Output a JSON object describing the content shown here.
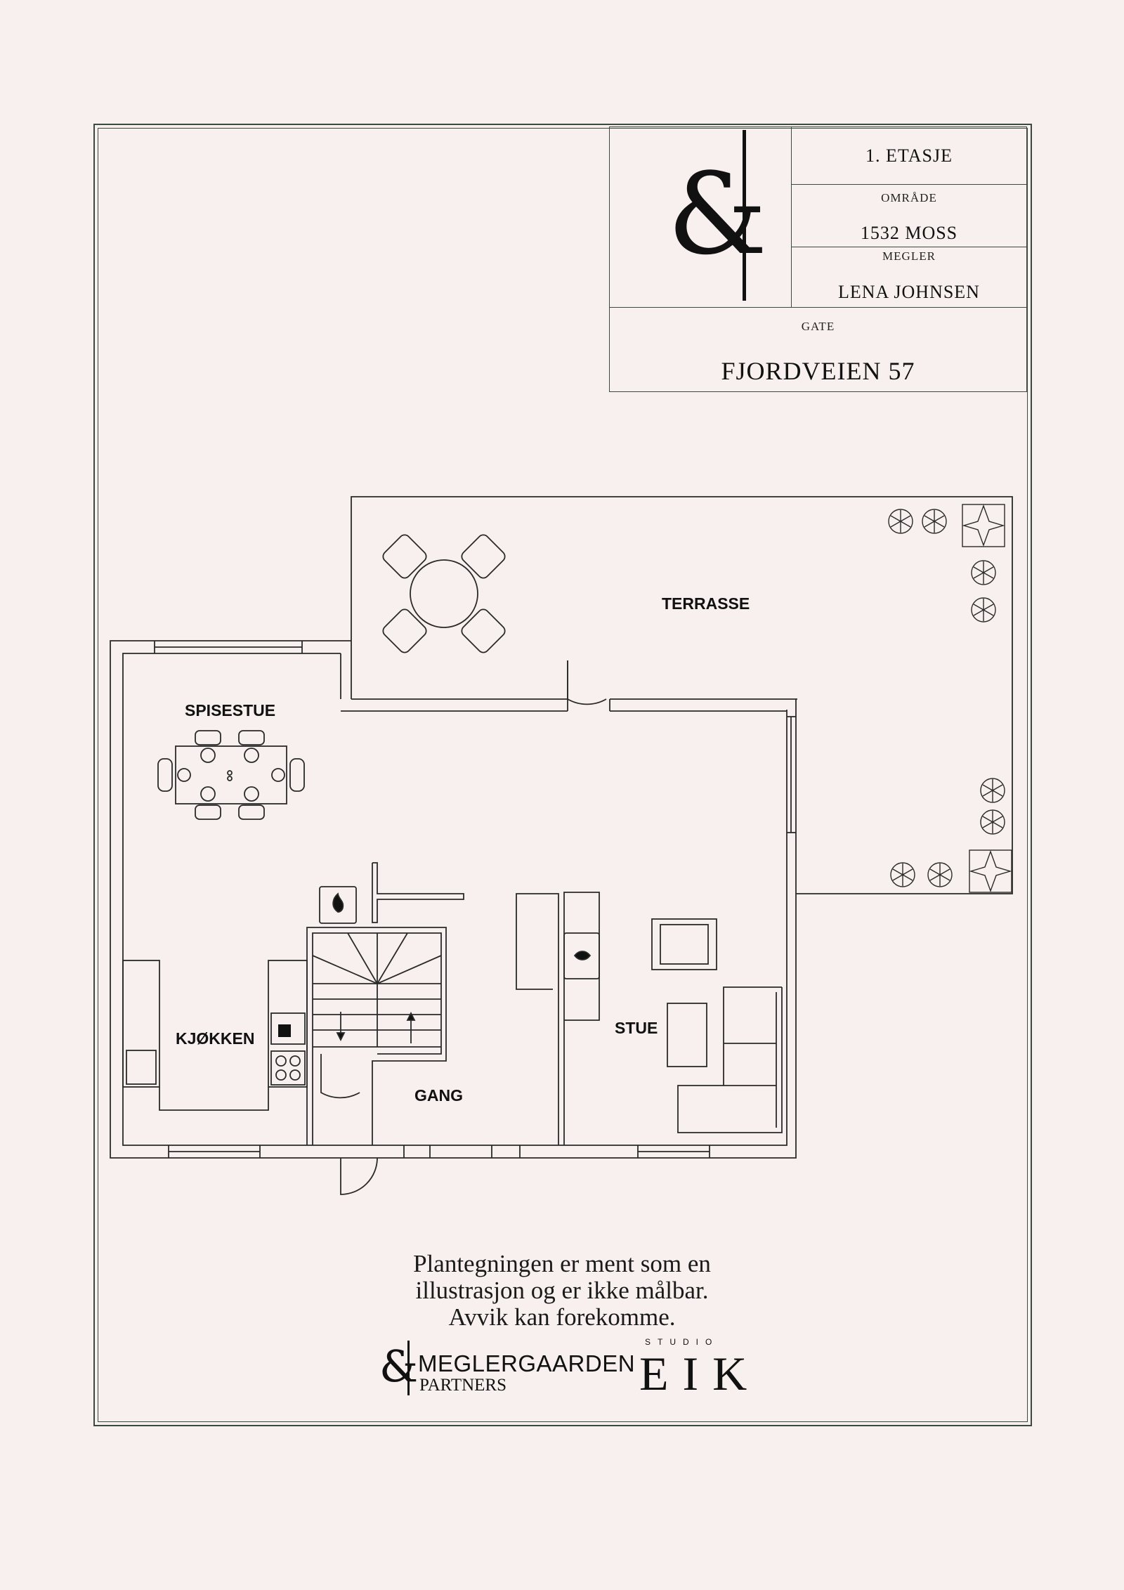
{
  "title_block": {
    "floor": "1. ETASJE",
    "area_label": "OMRÅDE",
    "area_value": "1532 MOSS",
    "agent_label": "MEGLER",
    "agent_value": "LENA JOHNSEN",
    "street_label": "GATE",
    "street_value": "FJORDVEIEN 57",
    "logo_glyph": "&"
  },
  "rooms": {
    "terrace": "TERRASSE",
    "dining": "SPISESTUE",
    "kitchen": "KJØKKEN",
    "living": "STUE",
    "hall": "GANG"
  },
  "disclaimer": "Plantegningen er ment som en\nillustrasjon og er ikke målbar.\nAvvik kan forekomme.",
  "logos": {
    "brand1_glyph": "&",
    "brand1_name": "MEGLERGAARDEN",
    "brand1_sub": "PARTNERS",
    "brand2_top": "STUDIO",
    "brand2_name": "EIK"
  },
  "colors": {
    "background": "#f7f0ee",
    "frame": "#3a4a3c",
    "lines": "#2a2a2a"
  }
}
